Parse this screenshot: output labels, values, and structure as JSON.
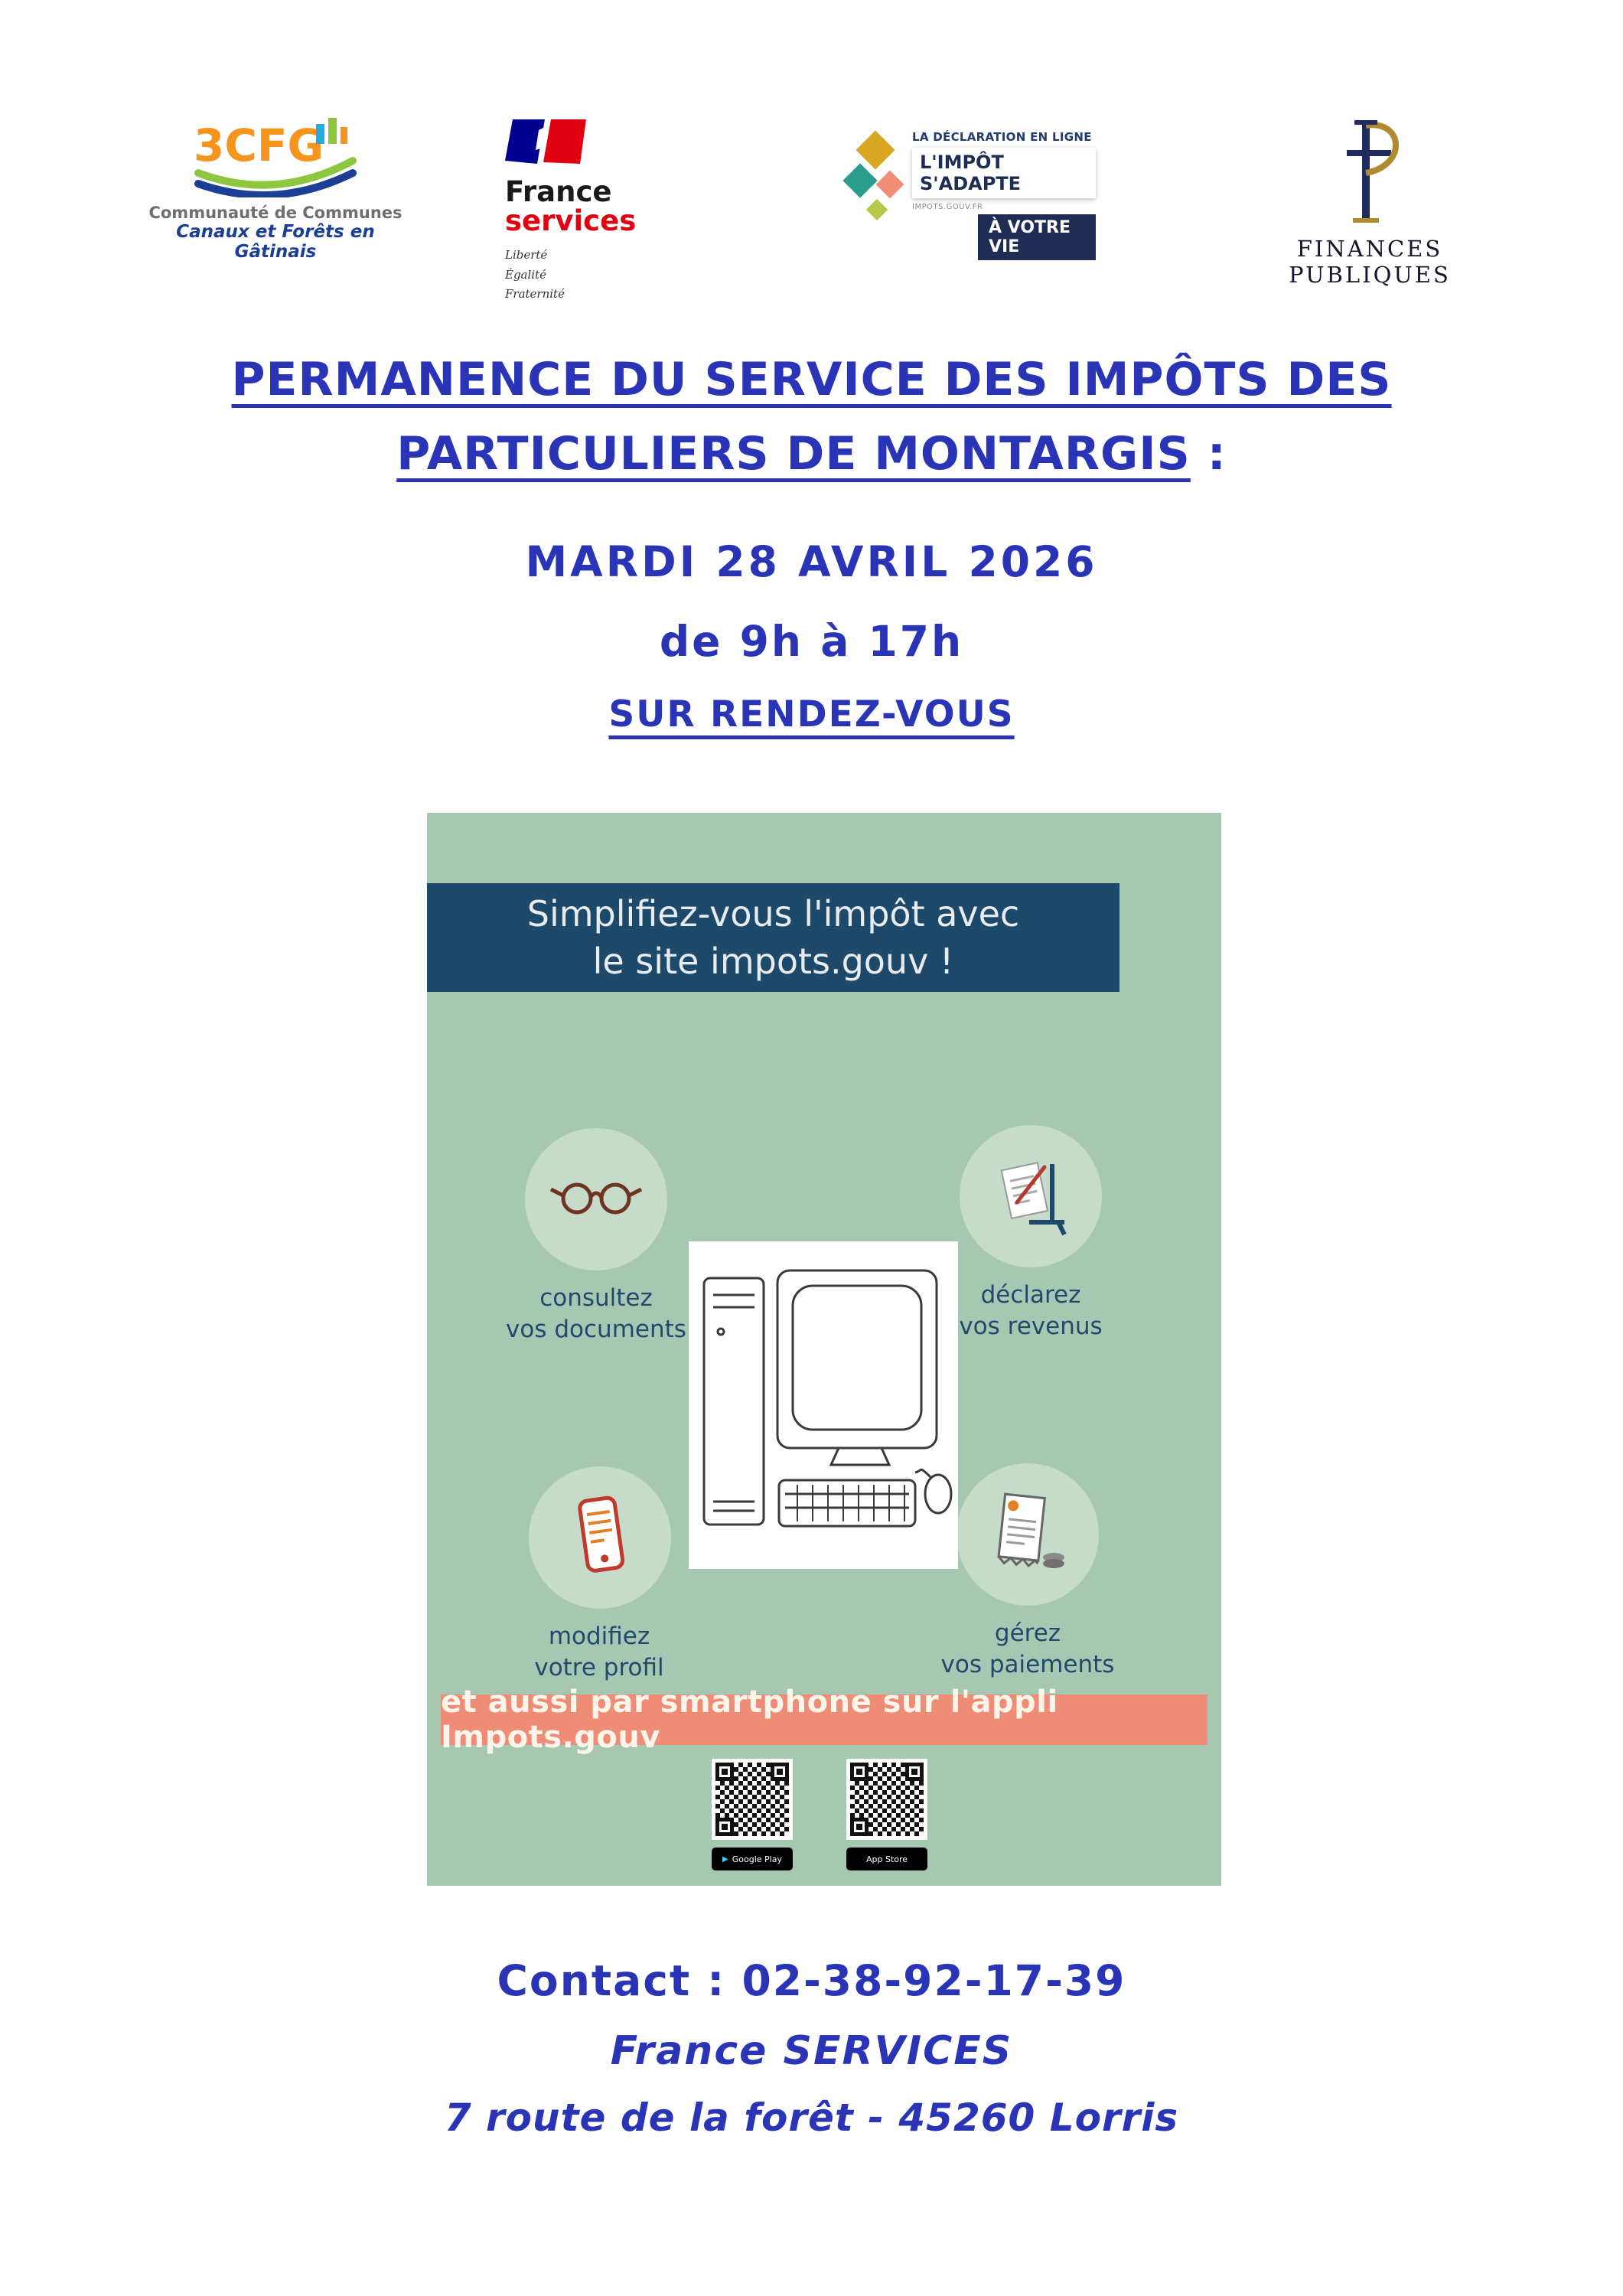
{
  "colors": {
    "blue": "#2a34b6",
    "poster_green": "#a6c8b3",
    "band_navy": "#1d4a6a",
    "band_salmon": "#ee8c76"
  },
  "header": {
    "cfg": {
      "wordmark": "3CFG",
      "line1": "Communauté de Communes",
      "line2": "Canaux et Forêts en Gâtinais"
    },
    "france_services": {
      "name_line1": "France",
      "name_line2": "services",
      "motto_1": "Liberté",
      "motto_2": "Égalité",
      "motto_3": "Fraternité"
    },
    "declaration_badge": {
      "line1": "LA DÉCLARATION EN LIGNE",
      "line2": "L'IMPÔT S'ADAPTE",
      "line3": "IMPOTS.GOUV.FR",
      "line4": "À VOTRE VIE"
    },
    "finances_publiques": {
      "label": "FINANCES PUBLIQUES"
    }
  },
  "title": {
    "line1": "PERMANENCE DU SERVICE DES IMPÔTS DES",
    "line2_underlined": "PARTICULIERS DE MONTARGIS",
    "line2_suffix": " :"
  },
  "schedule": {
    "date": "MARDI 28 AVRIL 2026",
    "hours": "de 9h à 17h",
    "appointment": "SUR RENDEZ-VOUS"
  },
  "poster": {
    "headline_line1": "Simplifiez-vous l'impôt avec",
    "headline_line2": "le site impots.gouv !",
    "features": [
      {
        "icon": "glasses-icon",
        "label_line1": "consultez",
        "label_line2": "vos documents"
      },
      {
        "icon": "declaration-icon",
        "label_line1": "déclarez",
        "label_line2": "vos revenus"
      },
      {
        "icon": "smartphone-icon",
        "label_line1": "modifiez",
        "label_line2": "votre profil"
      },
      {
        "icon": "payments-icon",
        "label_line1": "gérez",
        "label_line2": "vos paiements"
      }
    ],
    "smartphone_banner": "et aussi par smartphone sur l'appli Impots.gouv",
    "store_badges": [
      "Google Play",
      "App Store"
    ]
  },
  "contact": {
    "phone_line": "Contact : 02-38-92-17-39",
    "org": "France SERVICES",
    "address": "7 route de la forêt - 45260 Lorris"
  }
}
